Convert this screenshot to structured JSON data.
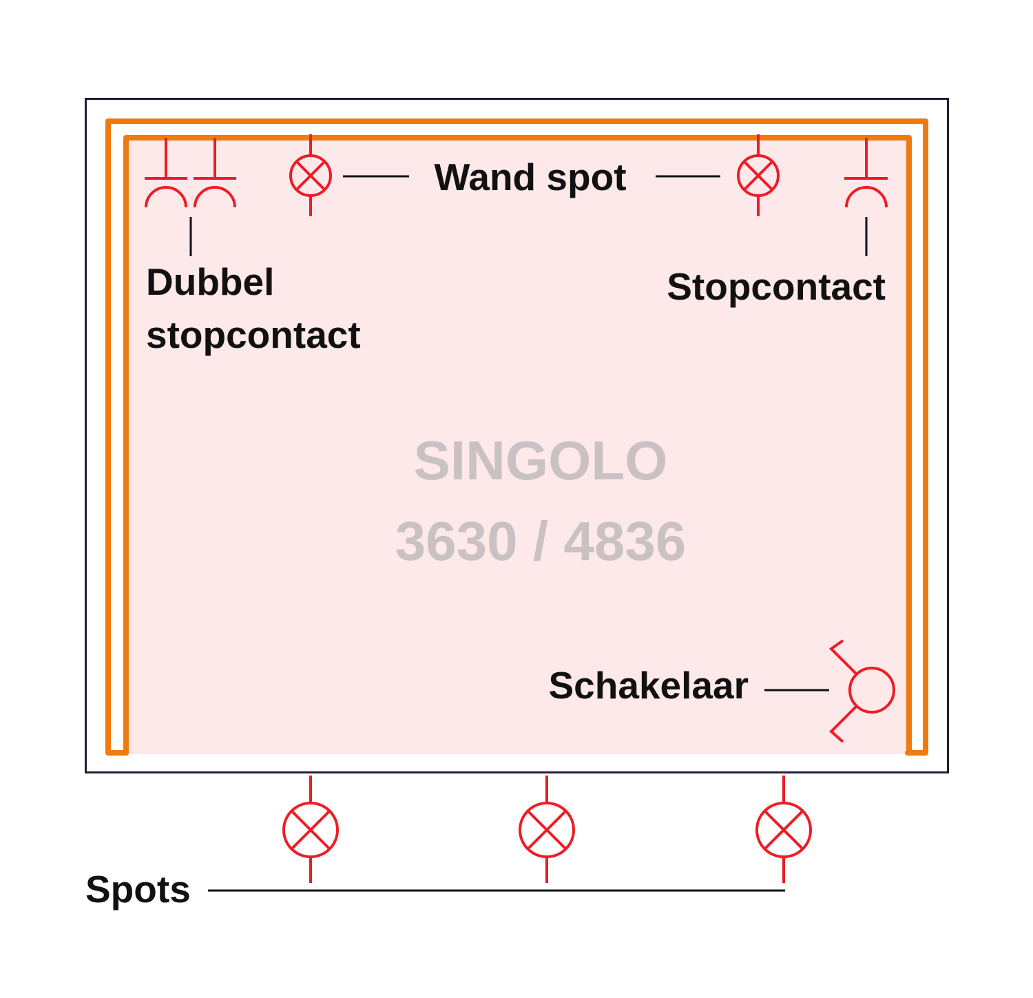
{
  "diagram": {
    "title_line1": "SINGOLO",
    "title_line2": "3630 / 4836",
    "labels": {
      "wall_spot": "Wand spot",
      "double_socket_line1": "Dubbel",
      "double_socket_line2": "stopcontact",
      "socket": "Stopcontact",
      "switch": "Schakelaar",
      "spots": "Spots"
    },
    "colors": {
      "outline": "#1f1f3a",
      "rail": "#ef7b10",
      "interior": "#fde8ea",
      "symbol": "#ee1c25",
      "watermark": "#c9c1c3",
      "text": "#111111"
    },
    "symbols": [
      "double-socket-symbol",
      "wall-spot-symbol",
      "wall-spot-symbol",
      "socket-symbol",
      "switch-symbol",
      "spot-symbol",
      "spot-symbol",
      "spot-symbol"
    ]
  }
}
